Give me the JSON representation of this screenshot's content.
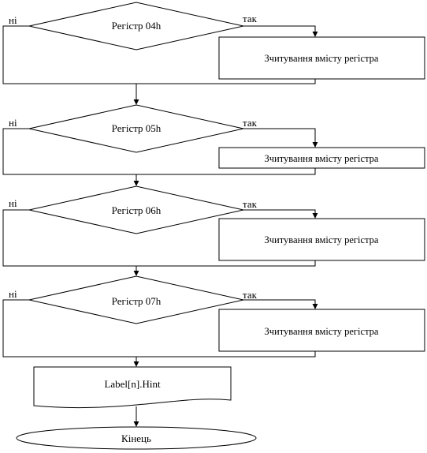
{
  "diagram": {
    "branch_no": "ні",
    "branch_yes": "так",
    "blocks": [
      {
        "condition": "Регістр 04h",
        "action": "Зчитування вмісту регістра"
      },
      {
        "condition": "Регістр 05h",
        "action": "Зчитування вмісту регістра"
      },
      {
        "condition": "Регістр 06h",
        "action": "Зчитування вмісту регістра"
      },
      {
        "condition": "Регістр 07h",
        "action": "Зчитування вмісту регістра"
      }
    ],
    "output": "Label[n].Hint",
    "end": "Кінець"
  }
}
